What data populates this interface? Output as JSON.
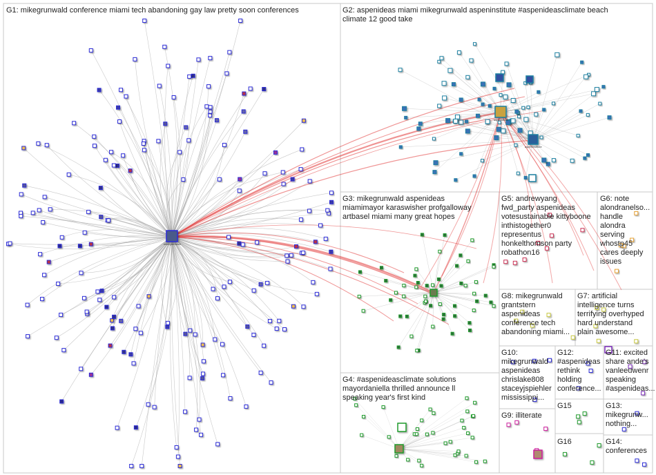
{
  "groups": [
    {
      "id": "G1",
      "label": "G1: mikegrunwald conference miami tech abandoning gay law pretty soon conferences"
    },
    {
      "id": "G2",
      "label": "G2: aspenideas miami mikegrunwald aspeninstitute #aspenideasclimate beach\nclimate 12 good take"
    },
    {
      "id": "G3",
      "label": "G3: mikegrunwald aspenideas\nmiamimayor karaswisher profgalloway\nartbasel miami many great hopes"
    },
    {
      "id": "G4",
      "label": "G4: #aspenideasclimate solutions\nmayordaniella thrilled announce ll\nspeaking year's first kind"
    },
    {
      "id": "G5",
      "label": "G5: andrewyang\nfwd_party aspenideas\nvotesustainable kittyboone\ninthistogether0\nrepresentus\nhonkelthomson party\nrobathon16"
    },
    {
      "id": "G6",
      "label": "G6: note\nalondranelso...\nhandle\nalondra\nserving\nwhostp45\ncares deeply\nissues"
    },
    {
      "id": "G7",
      "label": "G7: artificial\nintelligence turns\nterrifying overhyped\nhard understand\nplain awesome..."
    },
    {
      "id": "G8",
      "label": "G8: mikegrunwald\ngrantstern\naspenideas\nconference tech\nabandoning miami..."
    },
    {
      "id": "G9",
      "label": "G9: illiterate"
    },
    {
      "id": "G10",
      "label": "G10:\nmikegrunwald\naspenideas\nchrislake808\nstaceyjspiehler\nmississippi..."
    },
    {
      "id": "G11",
      "label": "G11: excited\nshare ande's\nvanleeuwenr\nspeaking\n#aspenideas..."
    },
    {
      "id": "G12",
      "label": "G12:\n#aspenideas\nrethink\nholding\nconference..."
    },
    {
      "id": "G13",
      "label": "G13:\nmikegrunw...\nnothing..."
    },
    {
      "id": "G14",
      "label": "G14:\nconferences"
    },
    {
      "id": "G15",
      "label": "G15"
    },
    {
      "id": "G16",
      "label": "G16"
    }
  ],
  "hubs": {
    "g1_hub": "mikegrunwald",
    "g2_hub": "aspenideas",
    "g2_institute": "aspeninstitute"
  },
  "colors": {
    "group_border": "#c8c8c8",
    "edge_gray": "#9a9a9a",
    "edge_red": "#e23b3b",
    "node_border_blue": "#2b2bd6",
    "node_border_green": "#1f9a2a",
    "node_border_magenta": "#cc1f9c",
    "node_border_purple": "#7a2bb8"
  }
}
